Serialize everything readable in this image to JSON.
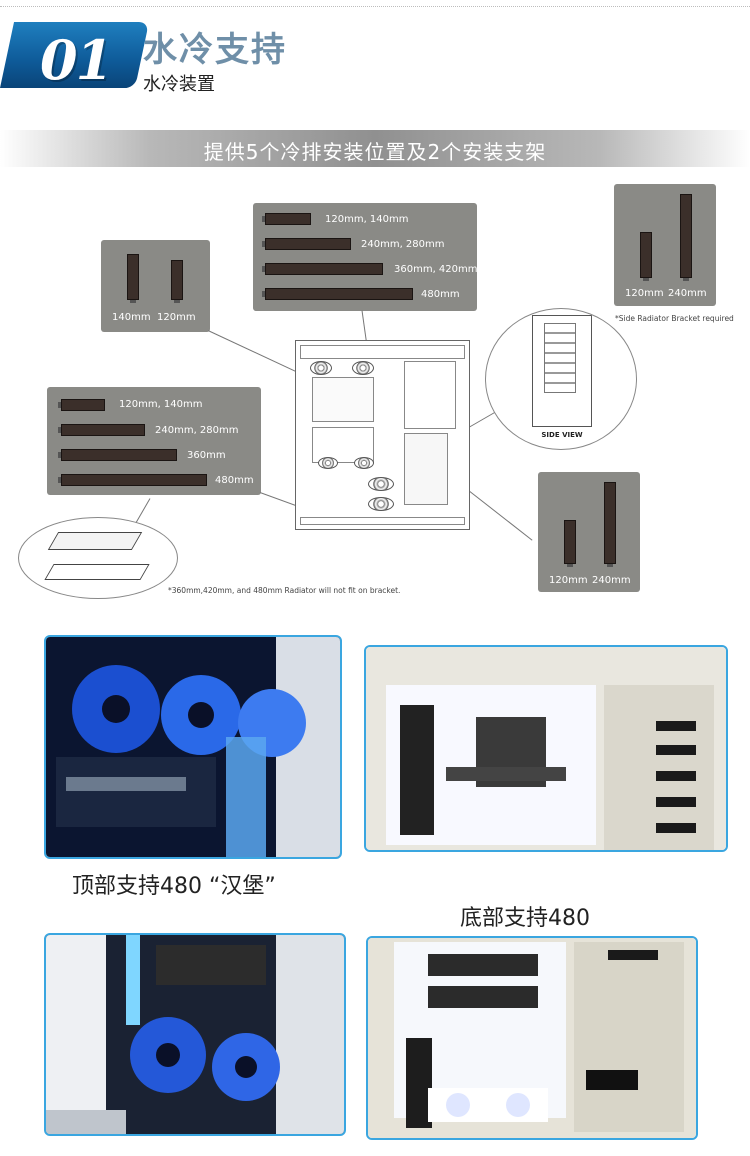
{
  "header": {
    "number": "01",
    "title": "水冷支持",
    "subtitle": "水冷装置"
  },
  "banner": {
    "text": "提供5个冷排安装位置及2个安装支架"
  },
  "diagram": {
    "top_box": {
      "labels": [
        "120mm, 140mm",
        "240mm, 280mm",
        "360mm, 420mm",
        "480mm"
      ]
    },
    "front_box": {
      "labels": [
        "140mm",
        "120mm"
      ]
    },
    "side_box": {
      "labels": [
        "120mm",
        "240mm"
      ],
      "note": "*Side Radiator Bracket required"
    },
    "side_view_label": "SIDE VIEW",
    "bottom_box": {
      "labels": [
        "120mm, 140mm",
        "240mm, 280mm",
        "360mm",
        "480mm"
      ]
    },
    "rear_box": {
      "labels": [
        "120mm",
        "240mm"
      ]
    },
    "bracket_note": "*360mm,420mm, and 480mm Radiator will not fit on bracket."
  },
  "captions": {
    "top_support": "顶部支持480 “汉堡”",
    "bottom_support": "底部支持480"
  },
  "colors": {
    "accent": "#1f7fbf",
    "photo_border": "#3aa6e0",
    "box_gray": "#8a8a86"
  }
}
